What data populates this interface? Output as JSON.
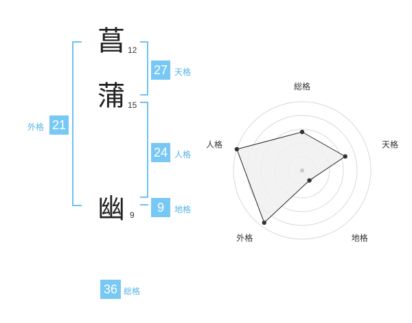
{
  "characters": [
    {
      "char": "菖",
      "strokes": "12"
    },
    {
      "char": "蒲",
      "strokes": "15"
    },
    {
      "char": "幽",
      "strokes": "9"
    }
  ],
  "fortunes": {
    "tenkaku": {
      "label": "天格",
      "value": "27"
    },
    "jinkaku": {
      "label": "人格",
      "value": "24"
    },
    "chikaku": {
      "label": "地格",
      "value": "9"
    },
    "gaikaku": {
      "label": "外格",
      "value": "21"
    },
    "soukaku": {
      "label": "総格",
      "value": "36"
    }
  },
  "chart_data": {
    "type": "radar",
    "axes": [
      "総格",
      "天格",
      "地格",
      "外格",
      "人格"
    ],
    "values": [
      2.8,
      3.3,
      0.9,
      4.7,
      5.0
    ],
    "range": [
      0,
      5
    ],
    "rings": 5
  },
  "colors": {
    "accent": "#78c8f5",
    "bracket": "#6ec1ee",
    "radar_fill": "#f0f0f0",
    "radar_stroke": "#222222"
  }
}
